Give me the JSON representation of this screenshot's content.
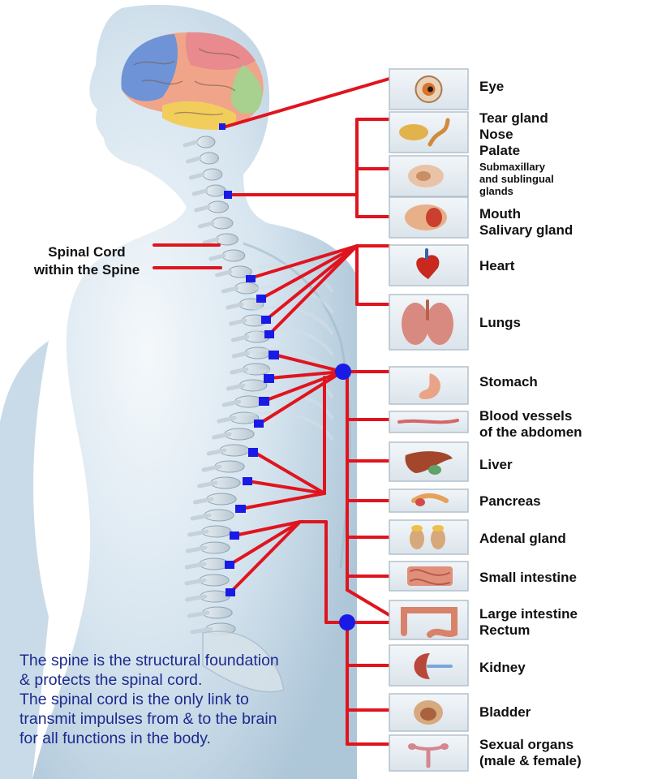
{
  "spinal_cord_label": [
    "Spinal Cord",
    "within the Spine"
  ],
  "caption_lines": [
    "The spine is the structural foundation",
    "& protects the spinal cord.",
    "The spinal cord is the only link to",
    "transmit impulses from & to the brain",
    "for all functions in the body."
  ],
  "organs": [
    {
      "id": "eye",
      "lines": [
        "Eye"
      ]
    },
    {
      "id": "tear-gland",
      "lines": [
        "Tear gland",
        "Nose",
        "Palate"
      ]
    },
    {
      "id": "submaxillary",
      "lines": [
        "Submaxillary",
        "and sublingual",
        "glands"
      ]
    },
    {
      "id": "mouth",
      "lines": [
        "Mouth",
        "Salivary gland"
      ]
    },
    {
      "id": "heart",
      "lines": [
        "Heart"
      ]
    },
    {
      "id": "lungs",
      "lines": [
        "Lungs"
      ]
    },
    {
      "id": "stomach",
      "lines": [
        "Stomach"
      ]
    },
    {
      "id": "blood-vessels",
      "lines": [
        "Blood vessels",
        "of the abdomen"
      ]
    },
    {
      "id": "liver",
      "lines": [
        "Liver"
      ]
    },
    {
      "id": "pancreas",
      "lines": [
        "Pancreas"
      ]
    },
    {
      "id": "adrenal-gland",
      "lines": [
        "Adenal gland"
      ]
    },
    {
      "id": "small-intestine",
      "lines": [
        "Small intestine"
      ]
    },
    {
      "id": "large-intestine",
      "lines": [
        "Large intestine",
        "Rectum"
      ]
    },
    {
      "id": "kidney",
      "lines": [
        "Kidney"
      ]
    },
    {
      "id": "bladder",
      "lines": [
        "Bladder"
      ]
    },
    {
      "id": "sexual-organs",
      "lines": [
        "Sexual organs",
        "(male & female)"
      ]
    }
  ],
  "colors": {
    "connector": "#e0141e",
    "node": "#1a1ae6",
    "caption": "#1d2a8f",
    "body": "#c9dbe8"
  }
}
